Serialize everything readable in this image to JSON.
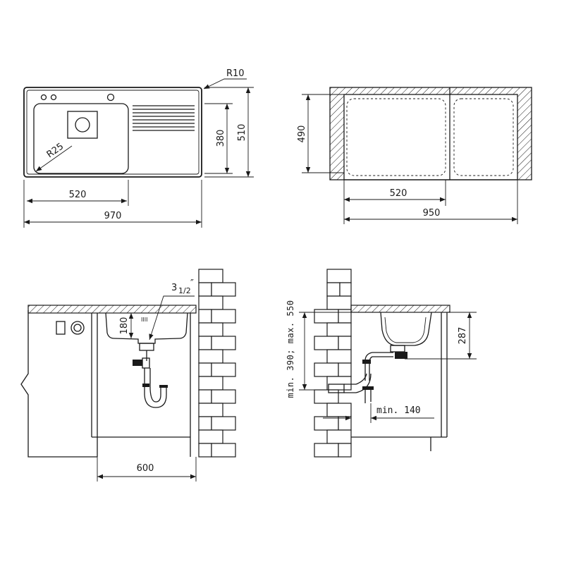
{
  "top_left_view": {
    "radius_corner": "R10",
    "radius_bowl": "R25",
    "height_inner": "380",
    "height_outer": "510",
    "width_bowl": "520",
    "width_total": "970"
  },
  "top_right_view": {
    "depth": "490",
    "width_bowl": "520",
    "width_cabinet": "950"
  },
  "bottom_left_view": {
    "drain_size_whole": "3",
    "drain_size_fraction": "1/2",
    "drain_size_mark": "″",
    "bowl_depth": "180",
    "cabinet_width": "600"
  },
  "bottom_right_view": {
    "height_range": "min. 390; max. 550",
    "bowl_depth": "287",
    "min_clearance": "min. 140"
  }
}
